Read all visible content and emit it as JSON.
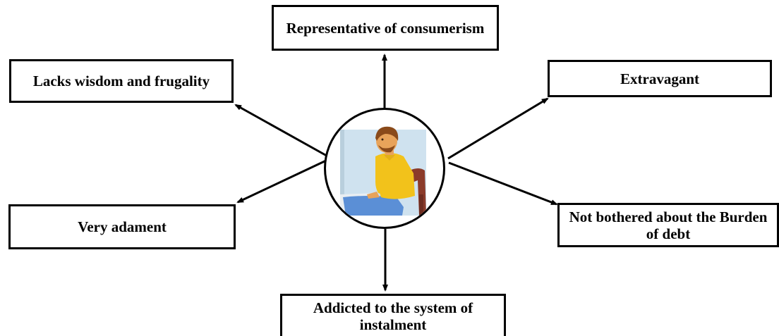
{
  "diagram": {
    "center": {
      "illustration": "man-at-desk-illustration"
    },
    "nodes": {
      "top": {
        "text": "Representative of consumerism"
      },
      "upper_left": {
        "text": "Lacks wisdom and frugality"
      },
      "upper_right": {
        "text": "Extravagant"
      },
      "lower_left": {
        "text": "Very adament"
      },
      "lower_right": {
        "text": "Not bothered about the Burden of debt"
      },
      "bottom": {
        "text": "Addicted to the system of instalment"
      }
    },
    "colors": {
      "line": "#000000",
      "box_border": "#000000",
      "shirt": "#f2c21b",
      "skin": "#e8a35a",
      "hair": "#8a4a1a",
      "chair": "#8b3b2a",
      "trousers": "#5b8fd6",
      "wall": "#cfe2ef"
    }
  }
}
